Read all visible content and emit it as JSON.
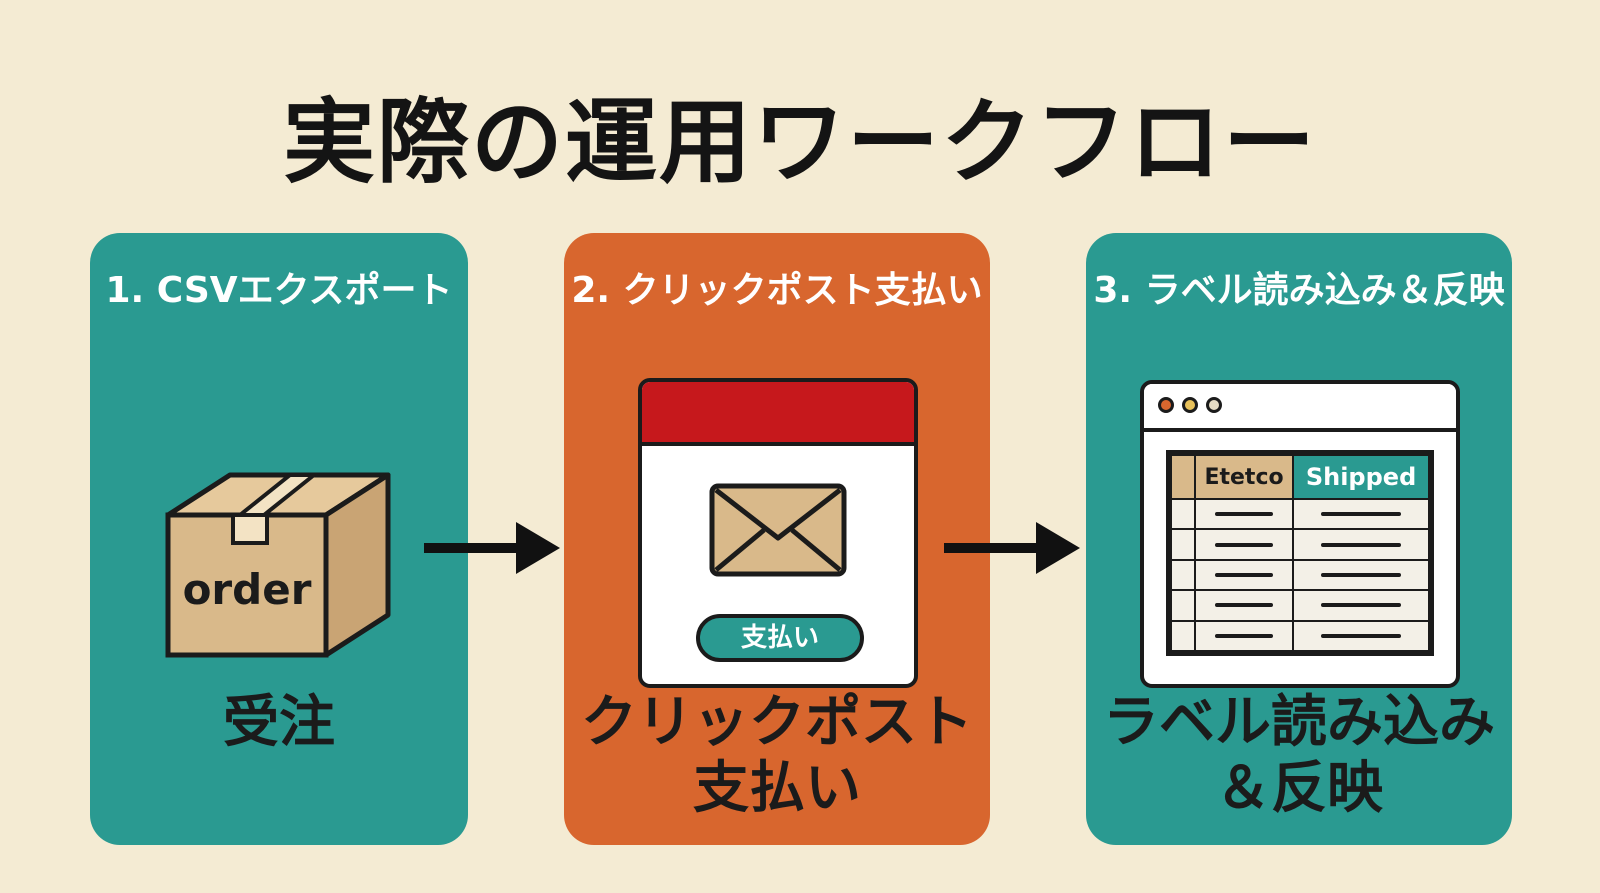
{
  "title": "実際の運用ワークフロー",
  "steps": [
    {
      "label": "1. CSVエクスポート",
      "icon": "package-box-icon",
      "icon_text": "order",
      "caption_line1": "受注",
      "caption_line2": ""
    },
    {
      "label": "2. クリックポスト支払い",
      "icon": "envelope-icon",
      "button_label": "支払い",
      "caption_line1": "クリックポスト",
      "caption_line2": "支払い"
    },
    {
      "label": "3. ラベル読み込み＆反映",
      "icon": "spreadsheet-window-icon",
      "caption_line1": "ラベル読み込み",
      "caption_line2": "＆反映",
      "table_headers": [
        "Etetco",
        "Shipped"
      ]
    }
  ],
  "colors": {
    "background": "#f4ebd3",
    "teal": "#2a9a91",
    "orange": "#d8662e",
    "red": "#c6181c",
    "box": "#d9b98a"
  }
}
